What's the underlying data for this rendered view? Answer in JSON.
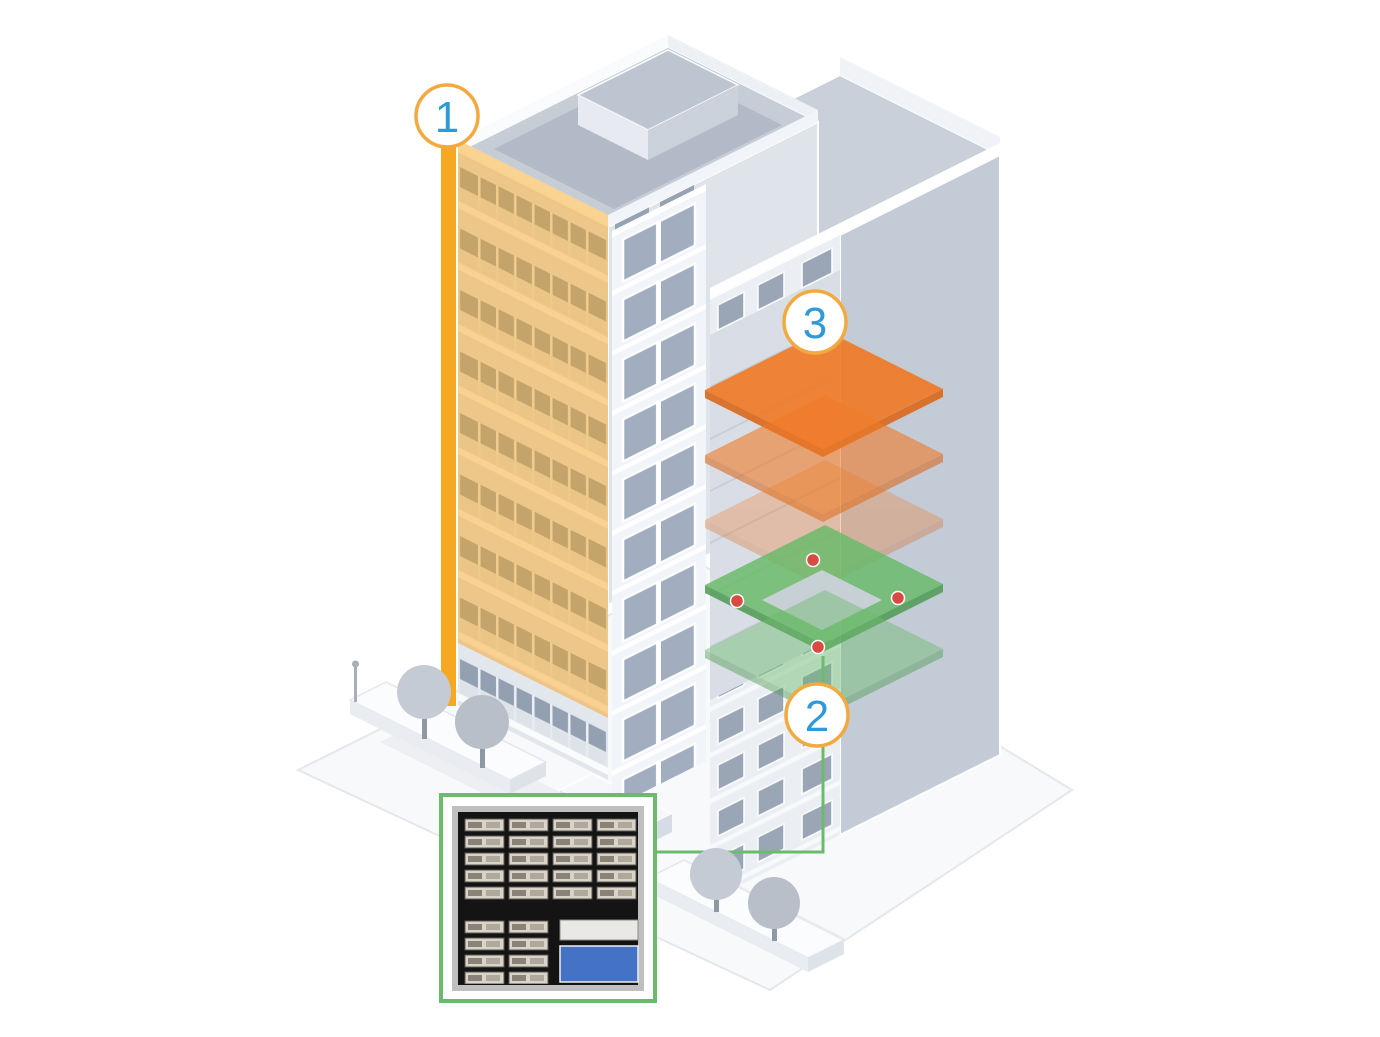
{
  "figure": {
    "type": "isometric-apartment-building-diagram",
    "background": "#FFFFFF"
  },
  "callouts": [
    {
      "id": "callout-1",
      "label": "1",
      "target": "yellow-facade-riser-highlight"
    },
    {
      "id": "callout-2",
      "label": "2",
      "target": "green-floor-highlight-with-sensors"
    },
    {
      "id": "callout-3",
      "label": "3",
      "target": "orange-floor-highlight"
    }
  ],
  "colors": {
    "callout_ring": "#F2A93F",
    "callout_number": "#2E9BD6",
    "highlight_yellow": "#F7A823",
    "highlight_orange": "#F07B28",
    "highlight_green": "#6CBB6C",
    "connector_green": "#6CBB6C",
    "marker_red": "#D94A43",
    "panel_screen_blue": "#4472C4",
    "building_light": "#E9EDF2",
    "building_mid": "#C3CBD7",
    "building_dark": "#9AA6B6"
  }
}
